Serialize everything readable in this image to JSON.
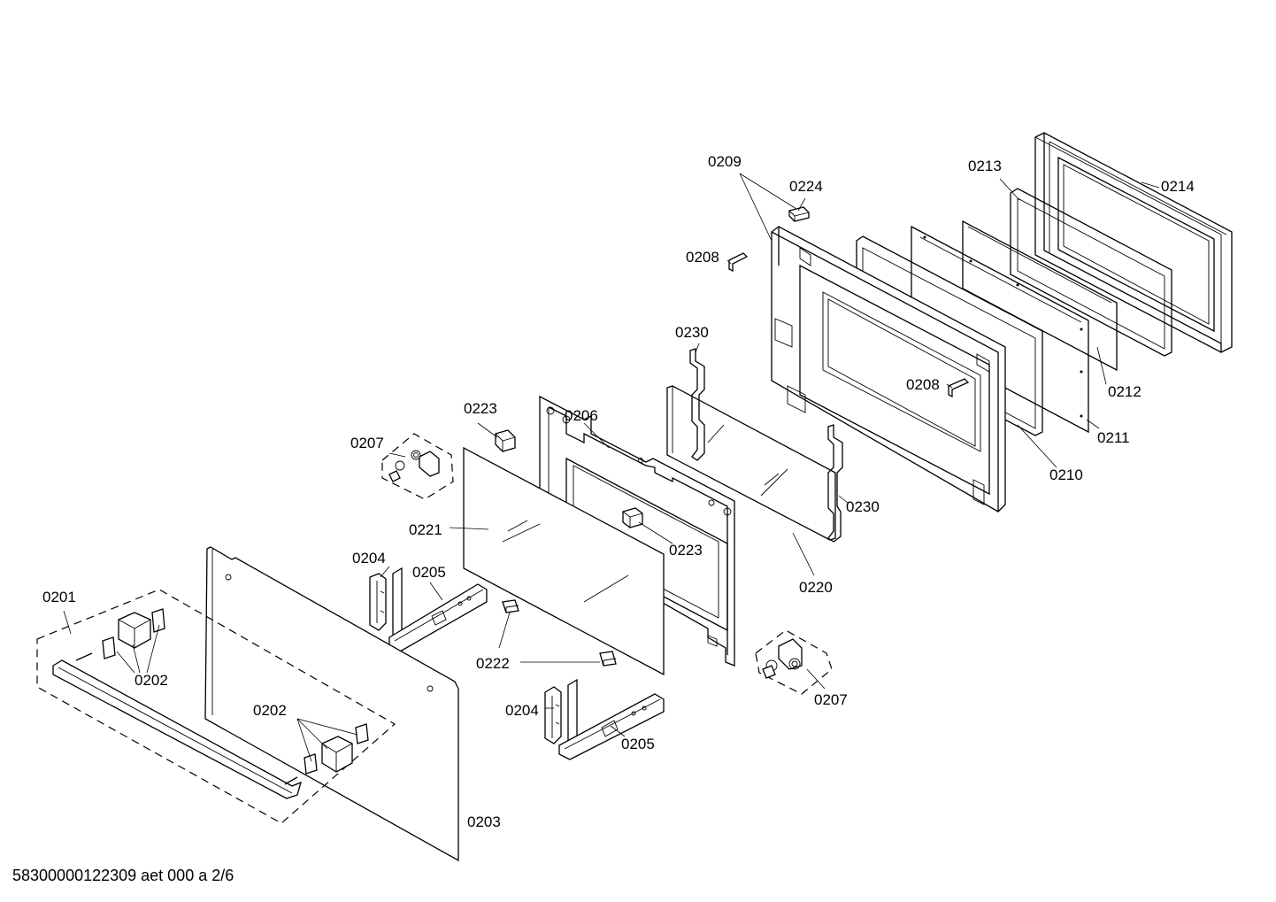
{
  "labels": {
    "p0201": "0201",
    "p0202": "0202",
    "p0203": "0203",
    "p0204": "0204",
    "p0205": "0205",
    "p0206": "0206",
    "p0207": "0207",
    "p0208": "0208",
    "p0209": "0209",
    "p0210": "0210",
    "p0211": "0211",
    "p0212": "0212",
    "p0213": "0213",
    "p0214": "0214",
    "p0220": "0220",
    "p0221": "0221",
    "p0222": "0222",
    "p0223": "0223",
    "p0224": "0224",
    "p0230": "0230"
  },
  "footer": {
    "text": "58300000122309 aet 000 a 2/6"
  }
}
